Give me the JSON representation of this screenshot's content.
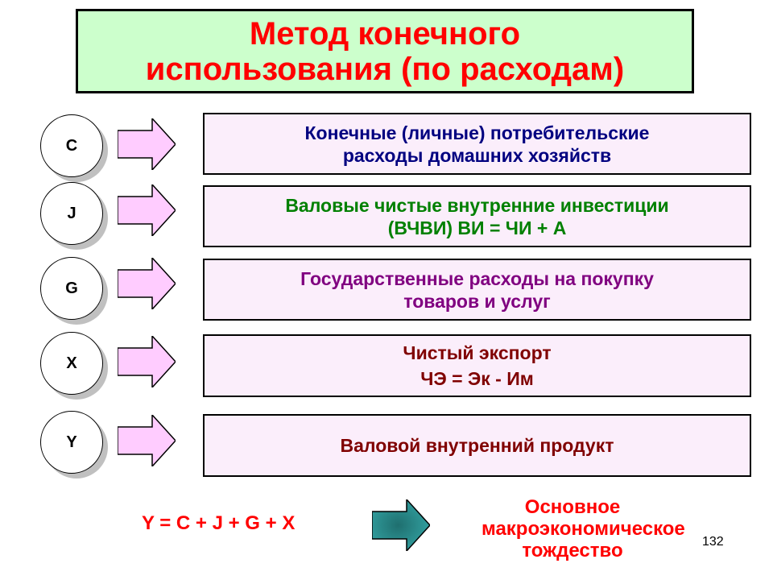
{
  "title": {
    "line1": "Метод конечного",
    "line2": "использования (по расходам)"
  },
  "rows": [
    {
      "symbol": "C",
      "line1": "Конечные (личные) потребительские",
      "line2": "расходы домашних хозяйств",
      "color": "#000080"
    },
    {
      "symbol": "J",
      "line1": "Валовые чистые внутренние инвестиции",
      "line2": "(ВЧВИ) ВИ = ЧИ + А",
      "color": "#008000"
    },
    {
      "symbol": "G",
      "line1": "Государственные расходы на покупку",
      "line2": "товаров и услуг",
      "color": "#800080"
    },
    {
      "symbol": "X",
      "line1": "Чистый экспорт",
      "line2": "ЧЭ = Эк - Им",
      "color": "#800000"
    },
    {
      "symbol": "Y",
      "line1": "Валовой внутренний продукт",
      "line2": "",
      "color": "#800000"
    }
  ],
  "formula": "Y = C + J + G + X",
  "identity": {
    "line1": "Основное",
    "line2": "макроэкономическое",
    "line3": "тождество"
  },
  "page_number": "132",
  "colors": {
    "title_bg": "#ccffcc",
    "title_text": "#ff0000",
    "box_bg": "#fbeefb",
    "arrow_fill": "#ffccff",
    "arrow_teal": "#339999"
  }
}
